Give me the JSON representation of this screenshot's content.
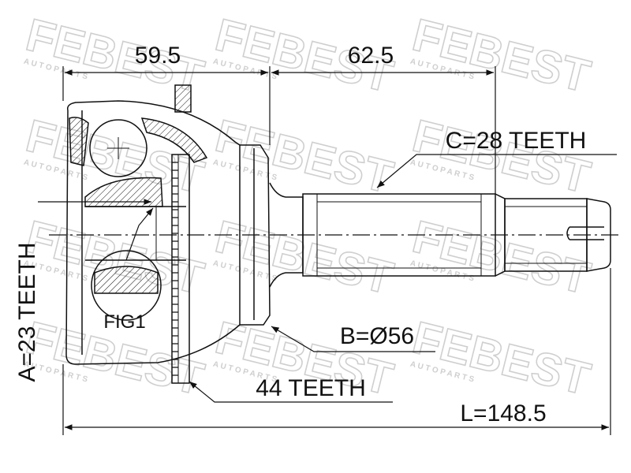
{
  "watermark": {
    "brand": "FEBEST",
    "tagline": "A U T O   P A R T S"
  },
  "dimensions": {
    "housing_length": "59.5",
    "shaft_length": "62.5",
    "overall_length": "L=148.5"
  },
  "callouts": {
    "outer_spline": "C=28 TEETH",
    "seal_diameter": "B=Ø56",
    "abs_ring": "44 TEETH",
    "inner_spline": "A=23 TEETH",
    "figure_ref": "FIG1"
  },
  "colors": {
    "line": "#111111",
    "watermark": "#cfcfcf"
  }
}
